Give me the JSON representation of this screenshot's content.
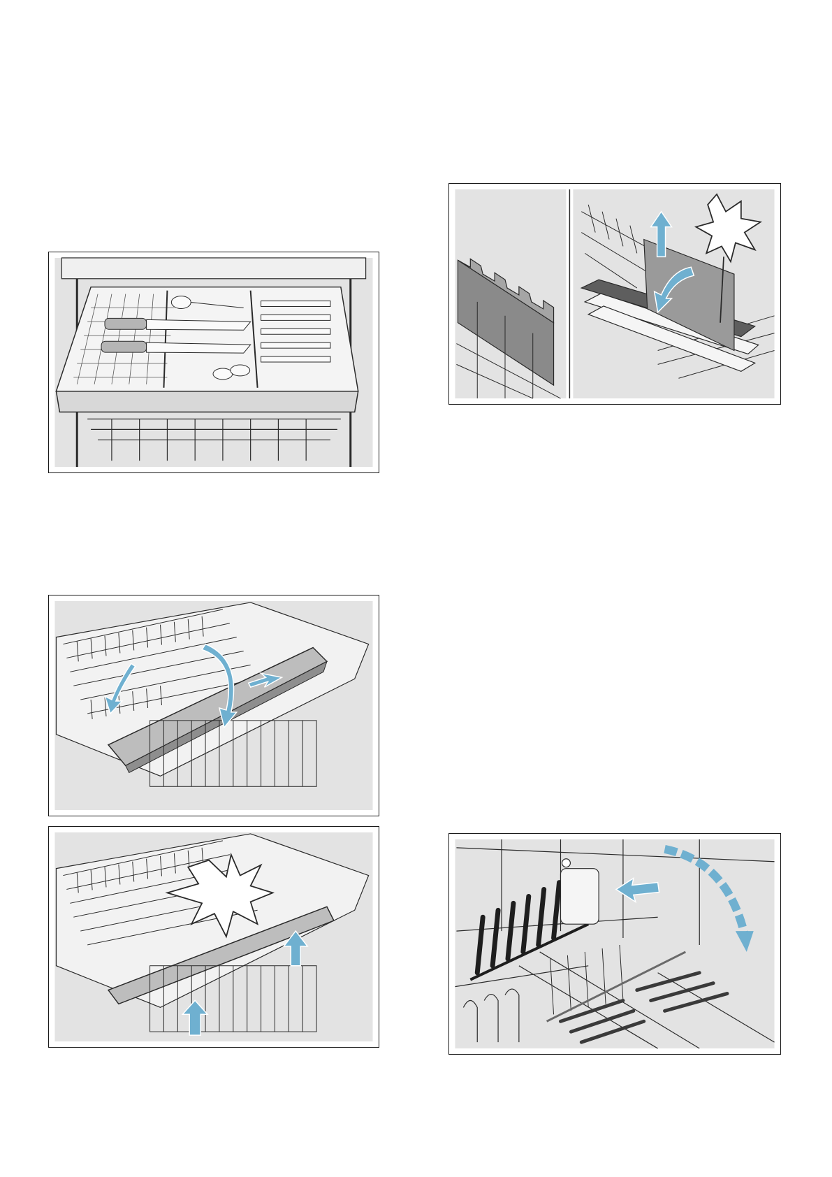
{
  "colors": {
    "panel_bg": "#e3e3e3",
    "line": "#2a2a2a",
    "arrow_blue": "#6fb0d0",
    "white": "#ffffff"
  },
  "figures": [
    {
      "id": "cutlery-drawer",
      "depicts": "third-rack-cutlery-drawer-pulled-out"
    },
    {
      "id": "rack-fold-down",
      "depicts": "rack-section-folding-down-arrows"
    },
    {
      "id": "rack-lift-up",
      "depicts": "rack-section-lift-up-with-star"
    },
    {
      "id": "spike-rows",
      "depicts": "foldable-spike-rows-two-panels"
    },
    {
      "id": "plate-rack",
      "depicts": "folding-plate-rack-arc-arrow"
    }
  ]
}
